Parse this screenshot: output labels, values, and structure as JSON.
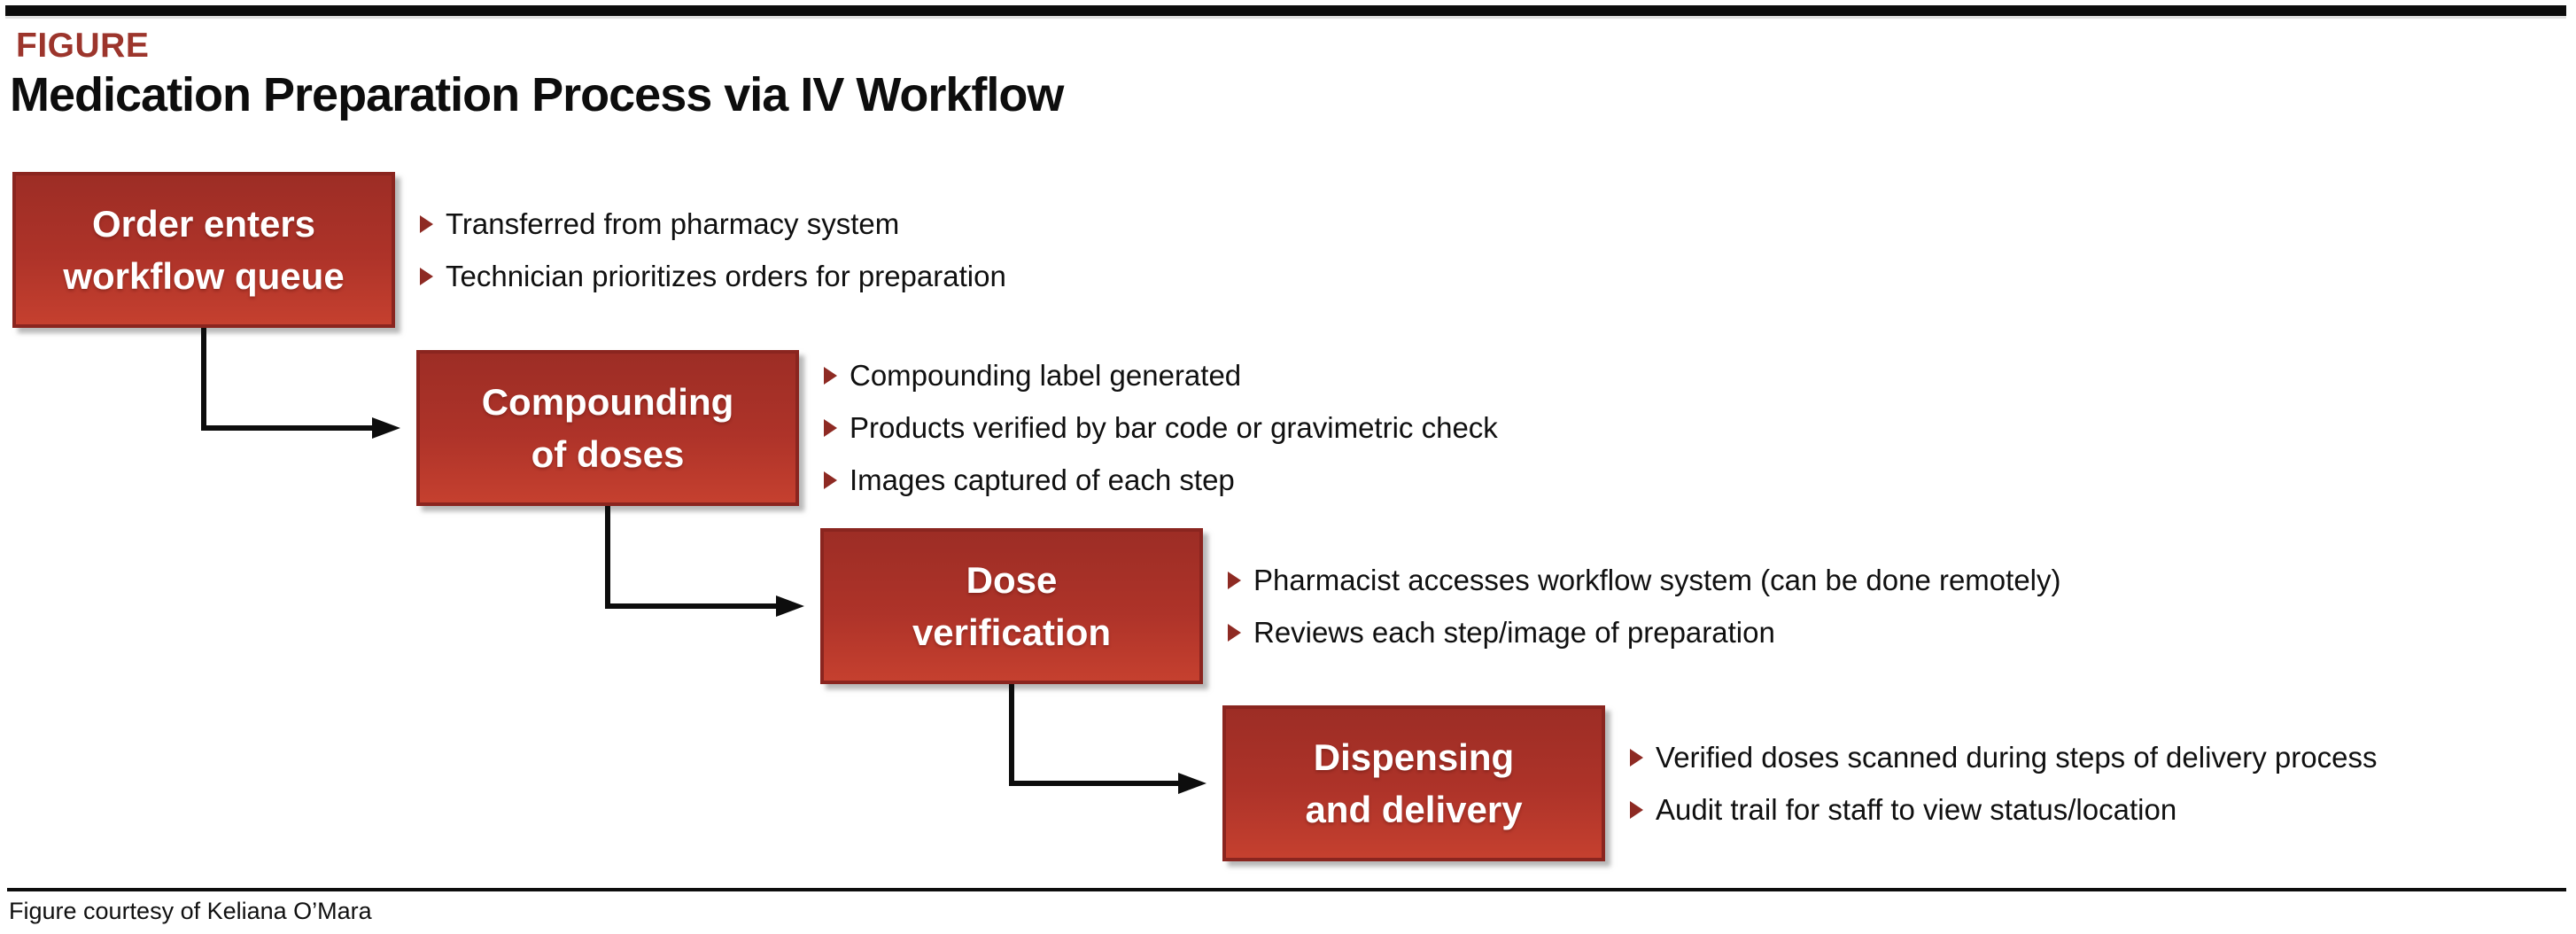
{
  "header": {
    "kicker": "FIGURE",
    "title": "Medication Preparation Process via IV Workflow"
  },
  "colors": {
    "ink": "#0d0d0d",
    "accent_red": "#9c352c",
    "box_border": "#8a251f",
    "box_gradient_top": "#9d2d25",
    "box_gradient_mid": "#ae3329",
    "box_gradient_bottom": "#c5402f",
    "bullet_marker": "#8e2a23"
  },
  "steps": [
    {
      "label": "Order enters\nworkflow queue",
      "bullets": [
        "Transferred from pharmacy system",
        "Technician prioritizes orders for preparation"
      ]
    },
    {
      "label": "Compounding\nof doses",
      "bullets": [
        "Compounding label generated",
        "Products verified by bar code or gravimetric check",
        "Images captured of each step"
      ]
    },
    {
      "label": "Dose\nverification",
      "bullets": [
        "Pharmacist accesses workflow system (can be done remotely)",
        "Reviews each step/image of preparation"
      ]
    },
    {
      "label": "Dispensing\nand delivery",
      "bullets": [
        "Verified doses scanned during steps of delivery process",
        "Audit trail for staff to view status/location"
      ]
    }
  ],
  "footer": {
    "credit": "Figure courtesy of Keliana O’Mara"
  }
}
